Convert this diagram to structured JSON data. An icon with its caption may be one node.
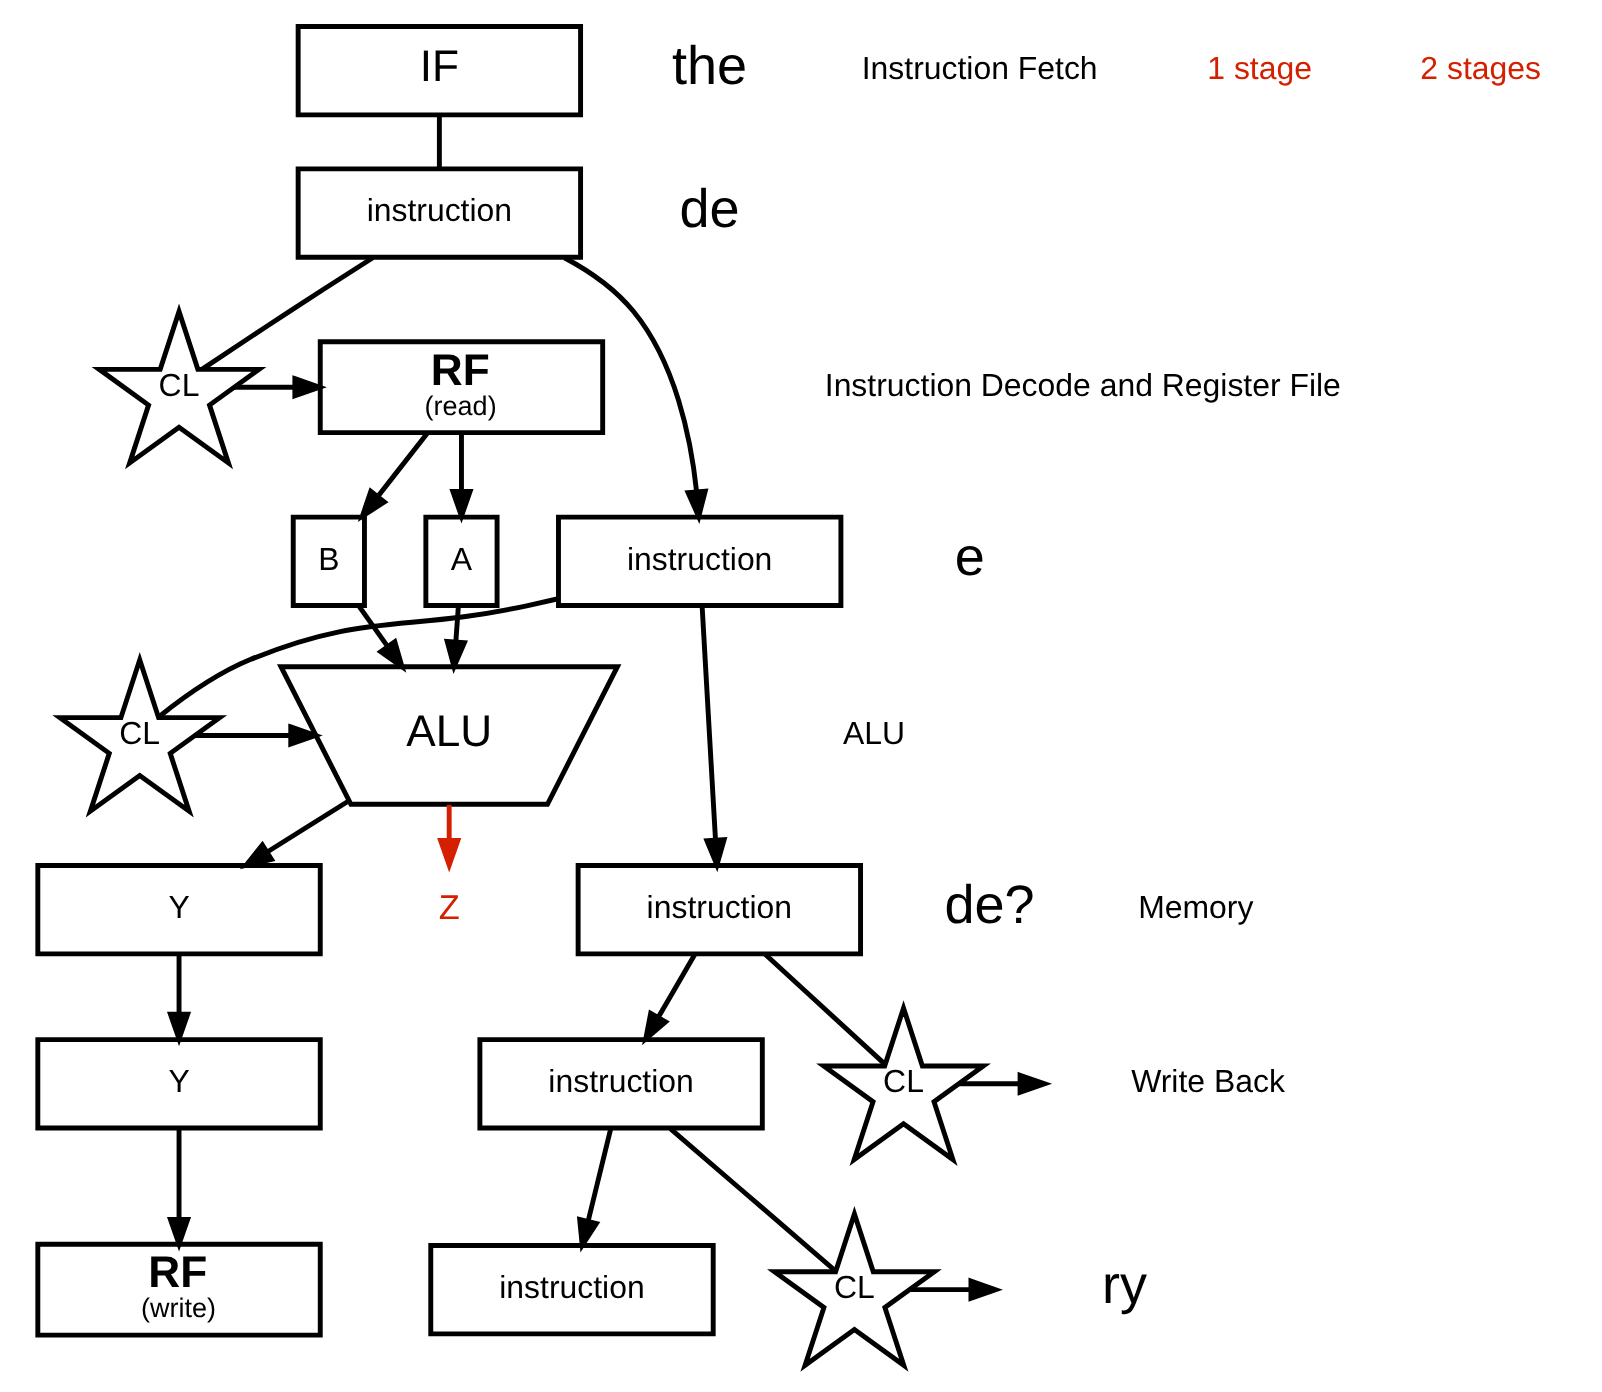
{
  "diagram": {
    "nodes": [
      {
        "text": [
          "IF"
        ]
      },
      {
        "text": [
          "instruction"
        ]
      },
      {
        "text": [
          "CL"
        ]
      },
      {
        "text": [
          "RF",
          "(read)"
        ]
      },
      {
        "text": [
          "instruction"
        ]
      },
      {
        "text": [
          "A"
        ]
      },
      {
        "text": [
          "B"
        ]
      },
      {
        "text": [
          "CL"
        ]
      },
      {
        "text": [
          "ALU"
        ]
      },
      {
        "text": [
          "Z"
        ]
      },
      {
        "text": [
          "instruction"
        ]
      },
      {
        "text": [
          "Y"
        ]
      },
      {
        "text": [
          "CL"
        ]
      },
      {
        "text": [
          "instruction"
        ]
      },
      {
        "text": [
          "Y"
        ]
      },
      {
        "text": [
          "CL"
        ]
      },
      {
        "text": [
          "instruction"
        ]
      },
      {
        "text": [
          "RF",
          "(write)"
        ]
      }
    ],
    "edges": [
      {
        "from": 0,
        "to": 1,
        "arrow": "none"
      },
      {
        "from": 1,
        "to": 4,
        "arrow": "to"
      },
      {
        "from": 1,
        "to": 2,
        "arrow": "none"
      },
      {
        "from": 2,
        "to": 3,
        "arrow": "to"
      },
      {
        "from": 3,
        "to": 5,
        "arrow": "to"
      },
      {
        "from": 3,
        "to": 6,
        "arrow": "to"
      },
      {
        "from": 4,
        "to": 10,
        "arrow": "to"
      },
      {
        "from": 4,
        "to": 7,
        "arrow": "none"
      },
      {
        "from": 7,
        "to": 8,
        "arrow": "to"
      },
      {
        "from": 5,
        "to": 8,
        "arrow": "to"
      },
      {
        "from": 6,
        "to": 8,
        "arrow": "to"
      },
      {
        "from": 8,
        "to": 9,
        "arrow": "to",
        "color": "#d42000"
      },
      {
        "from": 8,
        "to": 11,
        "arrow": "to"
      },
      {
        "from": 10,
        "to": 13,
        "arrow": "to"
      },
      {
        "from": 10,
        "to": 12,
        "arrow": "none"
      },
      {
        "from": 12,
        "to": null,
        "arrow": "to"
      },
      {
        "from": 11,
        "to": 14,
        "arrow": "to"
      },
      {
        "from": 13,
        "to": 16,
        "arrow": "to"
      },
      {
        "from": 13,
        "to": 15,
        "arrow": "none"
      },
      {
        "from": 15,
        "to": null,
        "arrow": "to"
      },
      {
        "from": 14,
        "to": 17,
        "arrow": "to"
      }
    ],
    "labels": [
      "the",
      "de",
      "Instruction Fetch",
      "Instruction Decode and Register File",
      "1 stage",
      "e",
      "ALU",
      "2 stages",
      "de?",
      "Memory",
      "Write Back",
      "ry"
    ]
  }
}
